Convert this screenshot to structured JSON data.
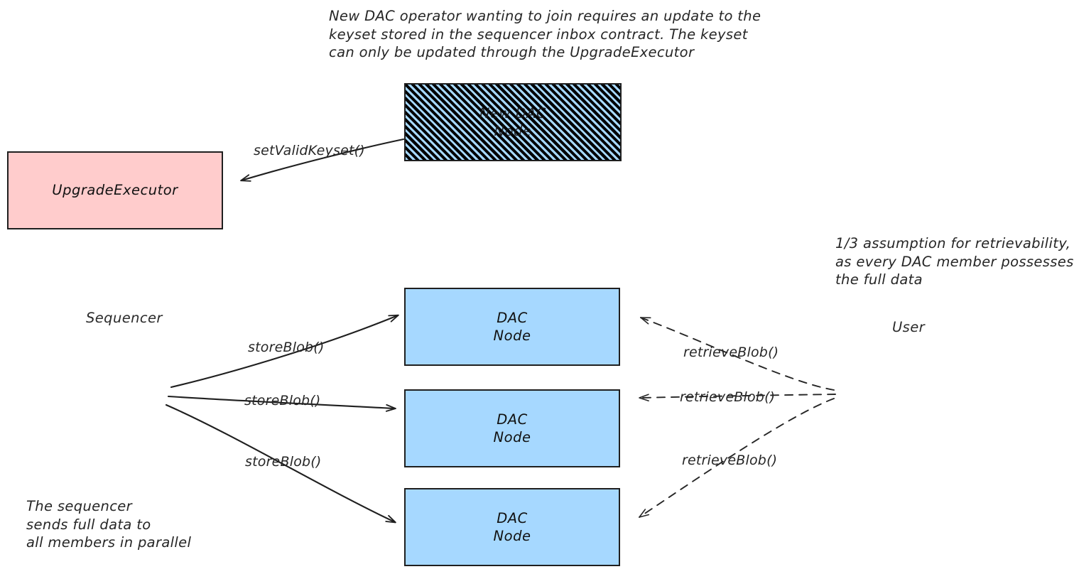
{
  "diagram": {
    "title_note": "New DAC operator wanting to join requires an update to the\nkeyset stored in the sequencer inbox contract. The keyset\ncan only be updated through the UpgradeExecutor",
    "retrievability_note": "1/3 assumption for retrievability,\nas every DAC member possesses\nthe full data",
    "sequencer_note": "The sequencer\nsends full data to\nall members in parallel",
    "nodes": {
      "new_dac_node": "New DAC\nNode",
      "upgrade_executor": "UpgradeExecutor",
      "dac_node_1": "DAC\nNode",
      "dac_node_2": "DAC\nNode",
      "dac_node_3": "DAC\nNode"
    },
    "actors": {
      "sequencer": "Sequencer",
      "user": "User"
    },
    "edges": {
      "set_valid_keyset": "setValidKeyset()",
      "store_blob_1": "storeBlob()",
      "store_blob_2": "storeBlob()",
      "store_blob_3": "storeBlob()",
      "retrieve_blob_1": "retrieveBlob()",
      "retrieve_blob_2": "retrieveBlob()",
      "retrieve_blob_3": "retrieveBlob()"
    },
    "colors": {
      "background": "#ffffff",
      "dac_node_fill": "#a6d8ff",
      "upgrade_executor_fill": "#ffcccc",
      "stroke": "#1f1f1f",
      "text": "#262626",
      "hatch_stripe": "#a6d8ff",
      "hatch_base": "#000000"
    }
  }
}
